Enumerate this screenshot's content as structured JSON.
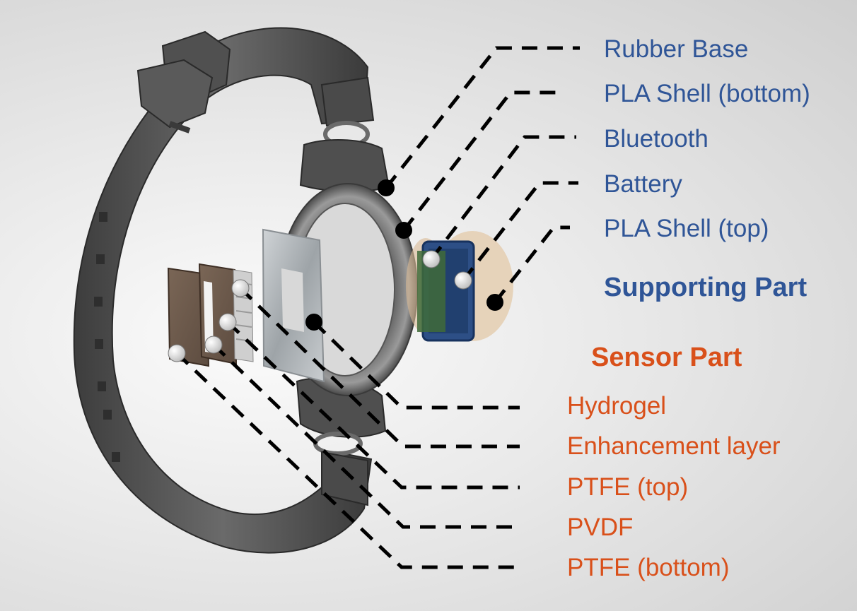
{
  "supporting": {
    "title": "Supporting Part",
    "labels": [
      "Rubber Base",
      "PLA Shell (bottom)",
      "Bluetooth",
      "Battery",
      "PLA Shell (top)"
    ]
  },
  "sensor": {
    "title": "Sensor Part",
    "labels": [
      "Hydrogel",
      "Enhancement layer",
      "PTFE (top)",
      "PVDF",
      "PTFE (bottom)"
    ]
  },
  "colors": {
    "supporting": "#2f5597",
    "sensor": "#d9501a",
    "leader": "#000000"
  },
  "image_description_icons": [
    "wristband",
    "buckle",
    "rubber-base",
    "ring-shell",
    "circuit-board",
    "battery",
    "layer-stack"
  ]
}
